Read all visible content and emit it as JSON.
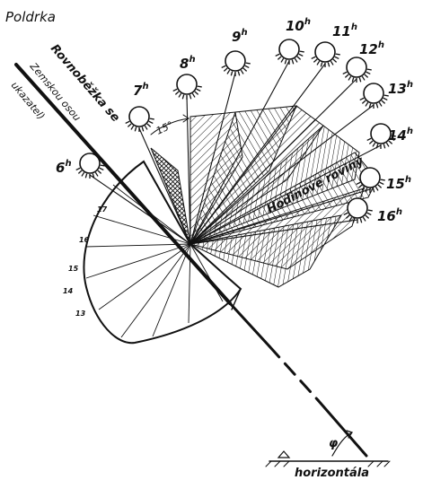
{
  "title": "Poldrka",
  "axis_label_line1": "Rovnoběžka se",
  "axis_label_line2": "Zemskou osou",
  "axis_label_line3": "ukazatel)",
  "angle_label": "15°",
  "hour_planes_label": "Hodinové roviny",
  "phi_label": "φ",
  "horizon_label": "horizontála",
  "hours": [
    {
      "num": "6",
      "sup": "h"
    },
    {
      "num": "7",
      "sup": "h"
    },
    {
      "num": "8",
      "sup": "h"
    },
    {
      "num": "9",
      "sup": "h"
    },
    {
      "num": "10",
      "sup": "h"
    },
    {
      "num": "11",
      "sup": "h"
    },
    {
      "num": "12",
      "sup": "h"
    },
    {
      "num": "13",
      "sup": "h"
    },
    {
      "num": "14",
      "sup": "h"
    },
    {
      "num": "15",
      "sup": "h"
    },
    {
      "num": "16",
      "sup": "h"
    }
  ],
  "dial_marks": [
    "17",
    "16",
    "15",
    "14",
    "13"
  ]
}
